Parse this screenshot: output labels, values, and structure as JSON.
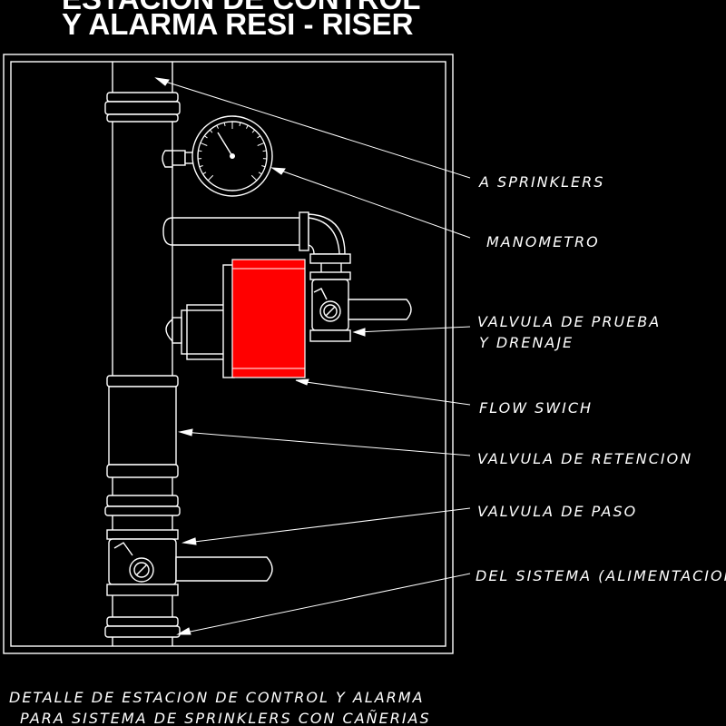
{
  "title": {
    "line1": "ESTACION DE CONTROL",
    "line2": "Y ALARMA RESI - RISER"
  },
  "labels": {
    "sprinklers": "A  SPRINKLERS",
    "manometro": "MANOMETRO",
    "prueba_1": "VALVULA  DE  PRUEBA",
    "prueba_2": "Y  DRENAJE",
    "flow": "FLOW  SWICH",
    "retencion": "VALVULA  DE  RETENCION",
    "paso": "VALVULA  DE  PASO",
    "sistema": "DEL  SISTEMA  (ALIMENTACION)"
  },
  "caption": {
    "line1": "DETALLE   DE   ESTACION  DE  CONTROL  Y  ALARMA",
    "line2": "PARA  SISTEMA  DE  SPRINKLERS  CON  CAÑERIAS"
  },
  "colors": {
    "background": "#000000",
    "line": "#ffffff",
    "flow_switch": "#ff0000"
  }
}
